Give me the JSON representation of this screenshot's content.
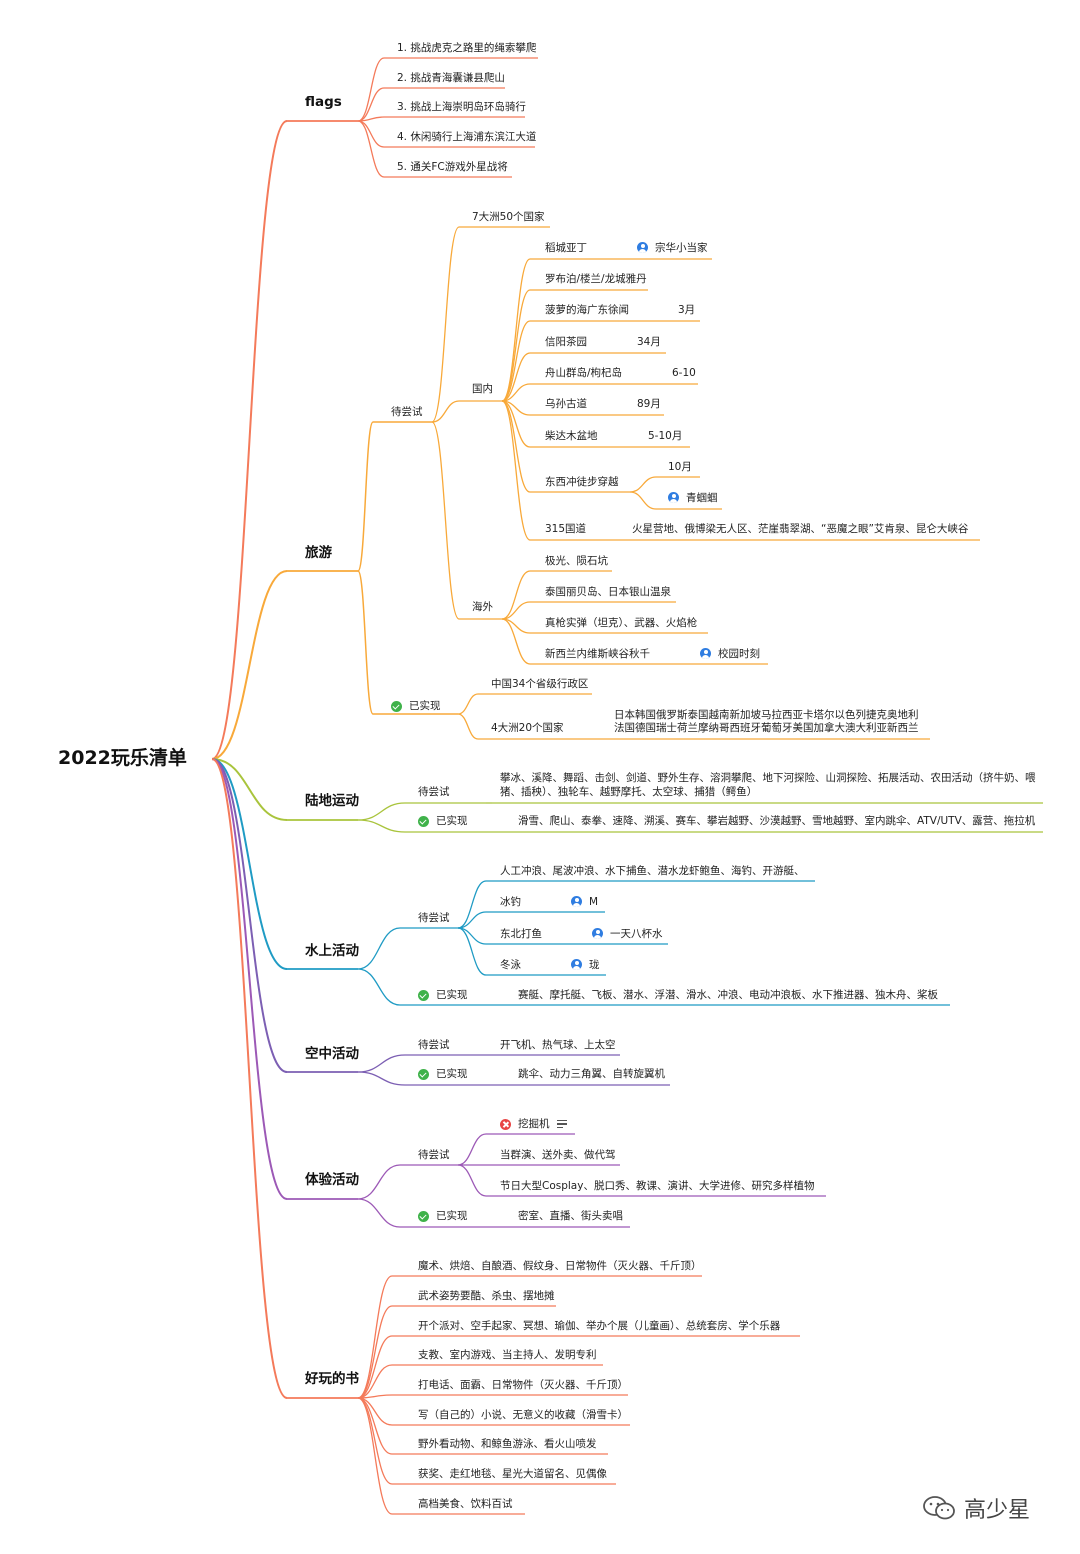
{
  "root": "2022玩乐清单",
  "colors": {
    "flags": "#f47a5a",
    "travel": "#f8a93a",
    "land": "#a9c43c",
    "water": "#1f9bc4",
    "air": "#7c5fb3",
    "experience": "#9c59b6",
    "books": "#f47a5a"
  },
  "flags": {
    "label": "flags",
    "items": [
      "1. 挑战虎克之路里的绳索攀爬",
      "2. 挑战青海囊谦县爬山",
      "3. 挑战上海崇明岛环岛骑行",
      "4. 休闲骑行上海浦东滨江大道",
      "5. 通关FC游戏外星战将"
    ]
  },
  "travel": {
    "label": "旅游",
    "try": {
      "label": "待尝试",
      "continents": "7大洲50个国家",
      "domestic": {
        "label": "国内",
        "items": [
          {
            "name": "稻城亚丁",
            "note": "宗华小当家"
          },
          {
            "name": "罗布泊/楼兰/龙城雅丹"
          },
          {
            "name": "菠萝的海广东徐闻",
            "note": "3月"
          },
          {
            "name": "信阳茶园",
            "note": "34月"
          },
          {
            "name": "舟山群岛/枸杞岛",
            "note": "6-10"
          },
          {
            "name": "乌孙古道",
            "note": "89月"
          },
          {
            "name": "柴达木盆地",
            "note": "5-10月"
          },
          {
            "name": "东西冲徒步穿越",
            "note1": "10月",
            "note2": "青蝈蝈"
          },
          {
            "name": "315国道",
            "note": "火星营地、俄博梁无人区、茫崖翡翠湖、“恶魔之眼”艾肯泉、昆仑大峡谷"
          }
        ]
      },
      "overseas": {
        "label": "海外",
        "items": [
          {
            "name": "极光、陨石坑"
          },
          {
            "name": "泰国丽贝岛、日本银山温泉"
          },
          {
            "name": "真枪实弹（坦克）、武器、火焰枪"
          },
          {
            "name": "新西兰内维斯峡谷秋千",
            "note": "校园时刻"
          }
        ]
      }
    },
    "done": {
      "label": "已实现",
      "provinces": "中国34个省级行政区",
      "countries": "4大洲20个国家",
      "countries_line1": "日本韩国俄罗斯泰国越南新加坡马拉西亚卡塔尔以色列捷克奥地利",
      "countries_line2": "法国德国瑞士荷兰摩纳哥西班牙葡萄牙美国加拿大澳大利亚新西兰"
    }
  },
  "land": {
    "label": "陆地运动",
    "try_label": "待尝试",
    "try_line1": "攀冰、溪降、舞蹈、击剑、剑道、野外生存、溶洞攀爬、地下河探险、山洞探险、拓展活动、农田活动（挤牛奶、喂",
    "try_line2": "猪、插秧）、独轮车、越野摩托、太空球、捕猎（鳄鱼）",
    "done_label": "已实现",
    "done_text": "滑雪、爬山、泰拳、速降、溯溪、赛车、攀岩越野、沙漠越野、雪地越野、室内跳伞、ATV/UTV、露营、拖拉机"
  },
  "water": {
    "label": "水上活动",
    "try_label": "待尝试",
    "items": [
      {
        "name": "人工冲浪、尾波冲浪、水下捕鱼、潜水龙虾鲍鱼、海钓、开游艇、"
      },
      {
        "name": "冰钓",
        "note": "M"
      },
      {
        "name": "东北打鱼",
        "note": "一天八杯水"
      },
      {
        "name": "冬泳",
        "note": "珑"
      }
    ],
    "done_label": "已实现",
    "done_text": "赛艇、摩托艇、飞板、潜水、浮潜、滑水、冲浪、电动冲浪板、水下推进器、独木舟、桨板"
  },
  "air": {
    "label": "空中活动",
    "try_label": "待尝试",
    "try_text": "开飞机、热气球、上太空",
    "done_label": "已实现",
    "done_text": "跳伞、动力三角翼、自转旋翼机"
  },
  "experience": {
    "label": "体验活动",
    "try_label": "待尝试",
    "items": [
      "挖掘机",
      "当群演、送外卖、做代驾",
      "节日大型Cosplay、脱口秀、教课、演讲、大学进修、研究多样植物"
    ],
    "done_label": "已实现",
    "done_text": "密室、直播、街头卖唱"
  },
  "books": {
    "label": "好玩的书",
    "items": [
      "魔术、烘焙、自酿酒、假纹身、日常物件（灭火器、千斤顶）",
      "武术姿势要酷、杀虫、摆地摊",
      "开个派对、空手起家、冥想、瑜伽、举办个展（儿童画）、总统套房、学个乐器",
      "支教、室内游戏、当主持人、发明专利",
      "打电话、面霸、日常物件（灭火器、千斤顶）",
      "写（自己的）小说、无意义的收藏（滑雪卡）",
      "野外看动物、和鲸鱼游泳、看火山喷发",
      "获奖、走红地毯、星光大道留名、见偶像",
      "高档美食、饮料百试"
    ]
  },
  "watermark": "高少星"
}
